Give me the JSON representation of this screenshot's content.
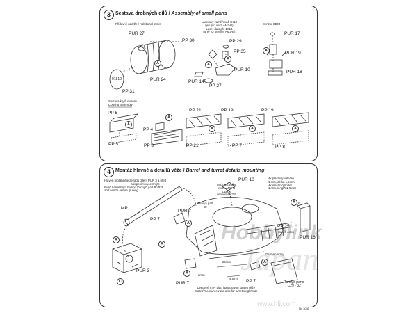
{
  "step3": {
    "number": "3",
    "title": "Sestava drobných dílů /",
    "title_en": "Assembly of small parts",
    "tanks_note_cz": "Přídavné nádrže /",
    "tanks_note_en": "Additional tanks",
    "laser_note": [
      "Laserový zaměřovač 1K13",
      "(jen pro verzi AM2-B)",
      "Laser dalsight 1K13",
      "(only for version AM2-B)"
    ],
    "sensor_note": "Senzor SDIO",
    "cowling_note_cz": "Sestava krytů motoru",
    "cowling_note_en": "Cowling assembly",
    "labels": {
      "pur27": "PUR 27",
      "pp30": "PP 30",
      "pur24": "PUR 24",
      "pp31": "PP 31",
      "pp29": "PP 29",
      "pp35": "PP 35",
      "pur10": "PUR 10",
      "pur14": "PUR 14",
      "pp27": "PP 27",
      "pur17": "PUR 17",
      "pur19": "PUR 19",
      "pur18": "PUR 18",
      "pp6": "PP 6",
      "pp5": "PP 5",
      "pp4": "PP 4",
      "pp3": "PP 3",
      "pp21a": "PP 21",
      "pp21b": "PP 21",
      "pp19a": "PP 19",
      "pp7": "PP 7",
      "pp19b": "PP 19",
      "pp8": "PP 8"
    },
    "disc_text": "01810"
  },
  "step4": {
    "number": "4",
    "title": "Montáž hlavně a detailů věže /",
    "title_en": "Barrel and turret details mounting",
    "barrel_note": [
      "Hlaveň protáhněte zezadu dílem PUR 3 a před",
      "zalepením vycentrujte",
      "Push barrel from behind through part PUR 3",
      "and centre before glueing"
    ],
    "option_note": [
      "Možnost volby",
      "verze AM2-B",
      "Option",
      "version AM2-B"
    ],
    "cylinder_note": [
      "4x plastový váleček",
      "1 mm, délka 1,5mm",
      "4x plastic cylinder",
      "1 mm, length 1,5 mm"
    ],
    "measures_note": [
      "Uvedené míry platí i pro pravou stranu věže",
      "Stated measures valid also for turret's right side"
    ],
    "labels": {
      "pur10": "PUR 10",
      "mp1": "MP1",
      "pur7a": "PUR 7",
      "pp7a": "PP 7",
      "tamiya_part": "Tamiya part",
      "tamiya_num": "88",
      "q": "?",
      "pp25": "PP 25",
      "czech_army": "Czech Army",
      "pur16": "PUR 16",
      "pur3": "PUR 3",
      "pur7b": "PUR 7",
      "german_army": "German Army",
      "pp7b": "PP 7",
      "tamiya_parts": "Tamiya parts",
      "tamiya_range": "C29 - 32",
      "dim25": "25mm",
      "dim43": "4,5mm",
      "dim3": "3mm"
    }
  },
  "watermark": {
    "top": "Hobbylink",
    "script": "Japan",
    "url": "www.hlj.com"
  },
  "footer": "No 3045"
}
